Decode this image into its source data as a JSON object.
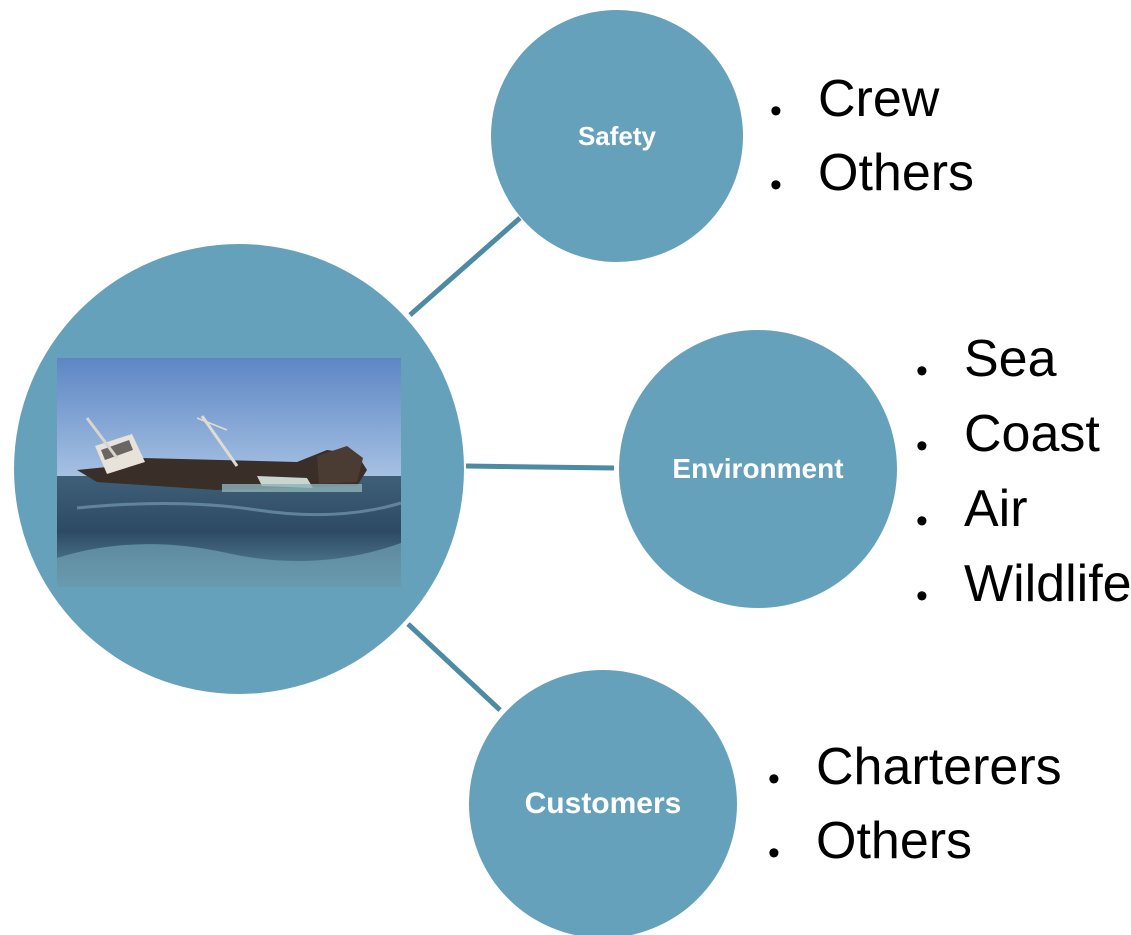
{
  "colors": {
    "circle_fill": "#66a1bb",
    "connector": "#4d8aa3",
    "label_text": "#ffffff",
    "bullet_text": "#000000"
  },
  "hub": {
    "image_description_icon": "sinking-ship-photo-icon"
  },
  "nodes": {
    "safety": {
      "label": "Safety",
      "bullets": [
        "Crew",
        "Others"
      ]
    },
    "environment": {
      "label": "Environment",
      "bullets": [
        "Sea",
        "Coast",
        "Air",
        "Wildlife"
      ]
    },
    "customers": {
      "label": "Customers",
      "bullets": [
        "Charterers",
        "Others"
      ]
    }
  },
  "bullet_glyph": "•"
}
